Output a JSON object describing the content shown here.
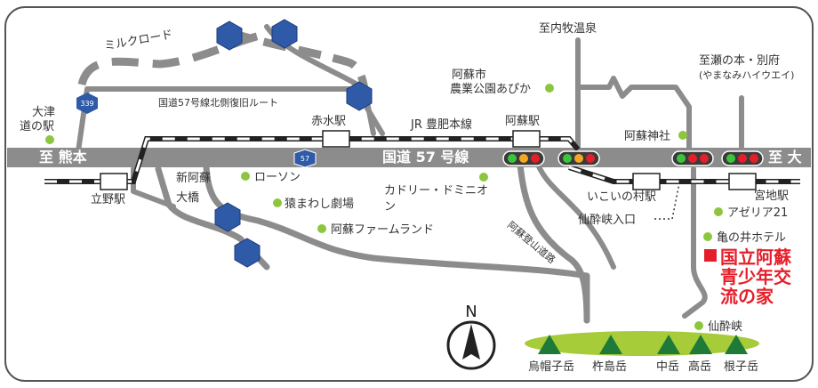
{
  "map": {
    "highway": {
      "west_label": "至 熊本",
      "name": "国道 57 号線",
      "east_label": "至 大",
      "shield_number": "57"
    },
    "roads": {
      "milk_road": "ミルクロード",
      "north_bypass": "国道57号線北側復旧ルート",
      "north_bypass_shield": "339",
      "rail_line": "JR 豊肥本線",
      "mountain_road": "阿蘇登山道路"
    },
    "destinations": {
      "uchinomaki": "至内牧温泉",
      "senomoto": "至瀬の本・別府",
      "senomoto_sub": "(やまなみハイウエイ)"
    },
    "stations": {
      "tateno": "立野駅",
      "akamizu": "赤水駅",
      "aso": "阿蘇駅",
      "miyaji": "宮地駅",
      "ikoi": "いこいの村駅"
    },
    "landmarks": {
      "otsu_station_line1": "大津",
      "otsu_station_line2": "道の駅",
      "shin_aso_line1": "新阿蘇",
      "shin_aso_line2": "大橋",
      "lawson": "ローソン",
      "sarumawashi": "猿まわし劇場",
      "farmland": "阿蘇ファームランド",
      "kadori_line1": "カドリー・ドミニオ",
      "kadori_line2": "ン",
      "park_line1": "阿蘇市",
      "park_line2": "農業公園あぴか",
      "aso_shrine": "阿蘇神社",
      "senzuikyo_entrance": "仙酔峡入口",
      "azelea": "アゼリア21",
      "kamenoi": "亀の井ホテル",
      "senzuikyo": "仙酔峡"
    },
    "destination_site": {
      "line1": "国立阿蘇",
      "line2": "青少年交",
      "line3": "流の家"
    },
    "mountains": [
      "烏帽子岳",
      "杵島岳",
      "中岳",
      "高岳",
      "根子岳"
    ],
    "compass": "N",
    "colors": {
      "road": "#8c8c8c",
      "highway": "#8c8c8c",
      "landmark_dot": "#8cc63f",
      "mountain_base": "#a7cc3a",
      "mountain_peak": "#1f7a3a",
      "destination": "#e51f2a",
      "route_shield": "#2f5aa8",
      "frame": "#555555"
    },
    "icons": {
      "route_shield": "hexagon-route-icon",
      "traffic_light": "traffic-light-icon",
      "station": "station-icon",
      "landmark": "green-dot-icon",
      "destination": "red-square-icon",
      "compass": "compass-icon",
      "mountain": "mountain-icon"
    }
  }
}
